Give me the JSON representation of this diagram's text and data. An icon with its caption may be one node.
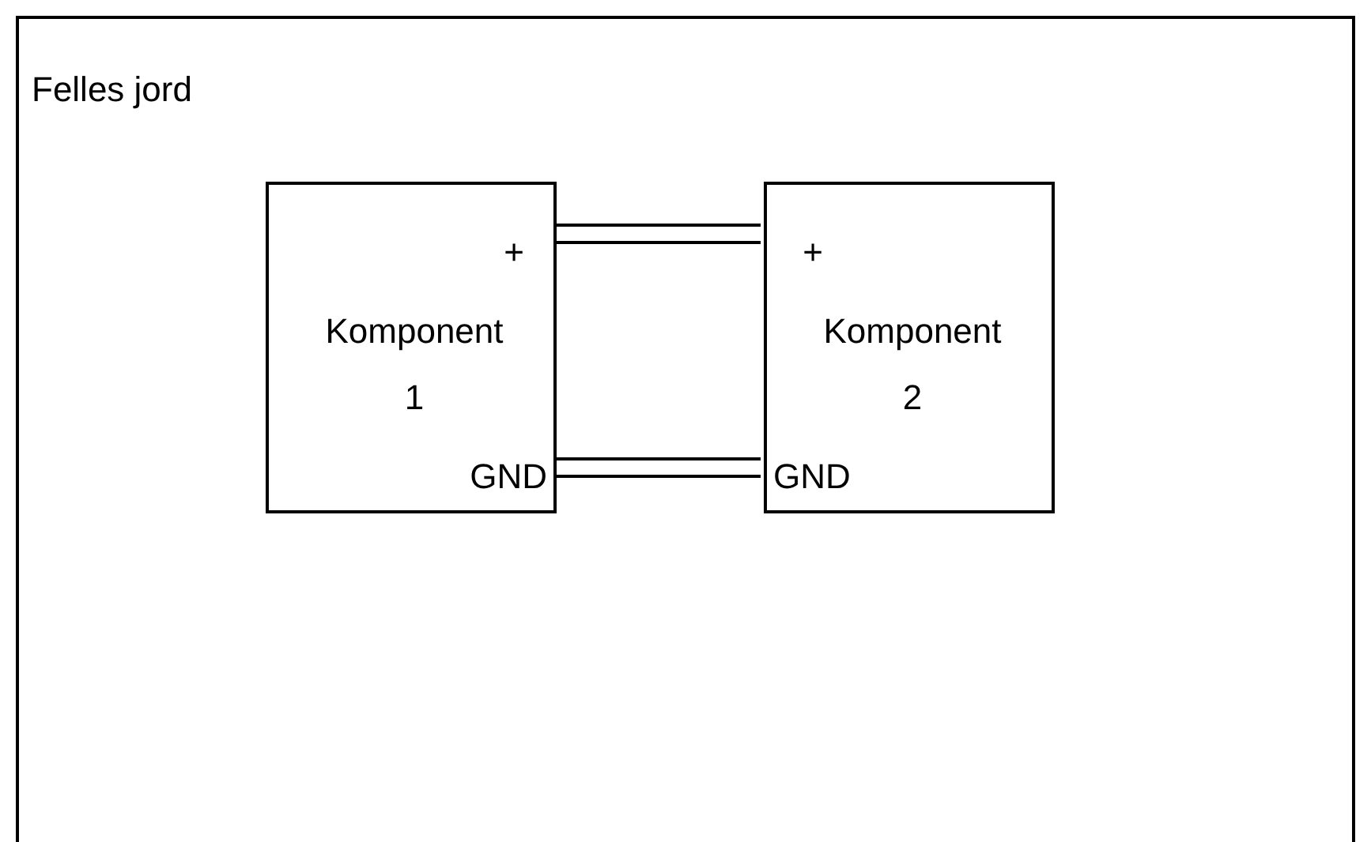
{
  "diagram": {
    "nodes": [
      {
        "text": [
          "Felles jord"
        ]
      },
      {
        "text": [
          "+",
          "Komponent 1",
          "GND"
        ],
        "in": 0
      },
      {
        "text": [
          "+",
          "Komponent 2",
          "GND"
        ],
        "in": 0
      }
    ],
    "edges": [
      {
        "from": 1,
        "to": 2,
        "arrow": "none"
      },
      {
        "from": 1,
        "to": 2,
        "arrow": "none"
      }
    ]
  }
}
